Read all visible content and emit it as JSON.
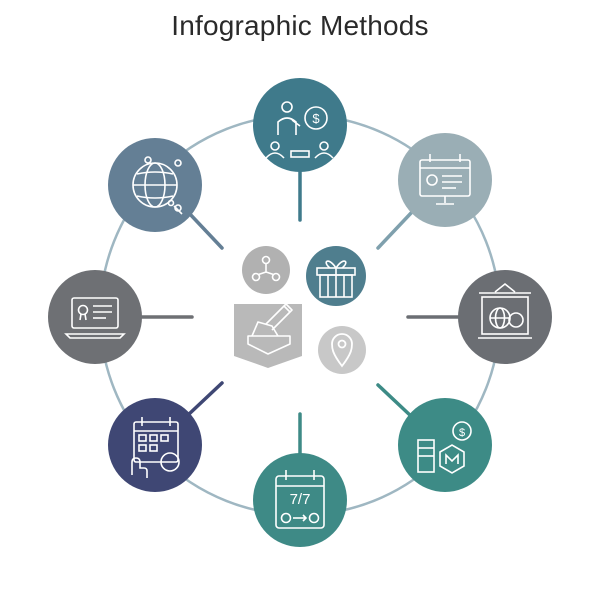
{
  "title": "Infographic Methods",
  "center_hub": {
    "label": "infographic methods hub",
    "satellites": [
      {
        "name": "connection-nodes-icon",
        "color": "#b1b1b1"
      },
      {
        "name": "gift-box-icon",
        "color": "#4f7e8e"
      },
      {
        "name": "map-pin-icon",
        "color": "#c8c8c8"
      }
    ],
    "core": {
      "name": "hand-vote-ballot-icon",
      "color": "#b9b9b9"
    }
  },
  "ring_color": "#9fb7c2",
  "nodes": [
    {
      "id": "business-finance",
      "icon": "presenter-money-icon",
      "color": "#3f7a8b"
    },
    {
      "id": "web-monitor",
      "icon": "monitor-certificate-icon",
      "color": "#9aaeb5"
    },
    {
      "id": "global-board",
      "icon": "board-globe-icon",
      "color": "#6b6e73"
    },
    {
      "id": "exchange-pricing",
      "icon": "exchange-hexagon-icon",
      "color": "#3d8b86"
    },
    {
      "id": "calendar-schedule",
      "icon": "calendar-date-icon",
      "color": "#3e8a86",
      "text": "7/7"
    },
    {
      "id": "planning-calendar",
      "icon": "calendar-touch-icon",
      "color": "#3f4774"
    },
    {
      "id": "laptop-credentials",
      "icon": "laptop-certificate-icon",
      "color": "#6e7074"
    },
    {
      "id": "global-network",
      "icon": "globe-network-icon",
      "color": "#647f95"
    }
  ]
}
